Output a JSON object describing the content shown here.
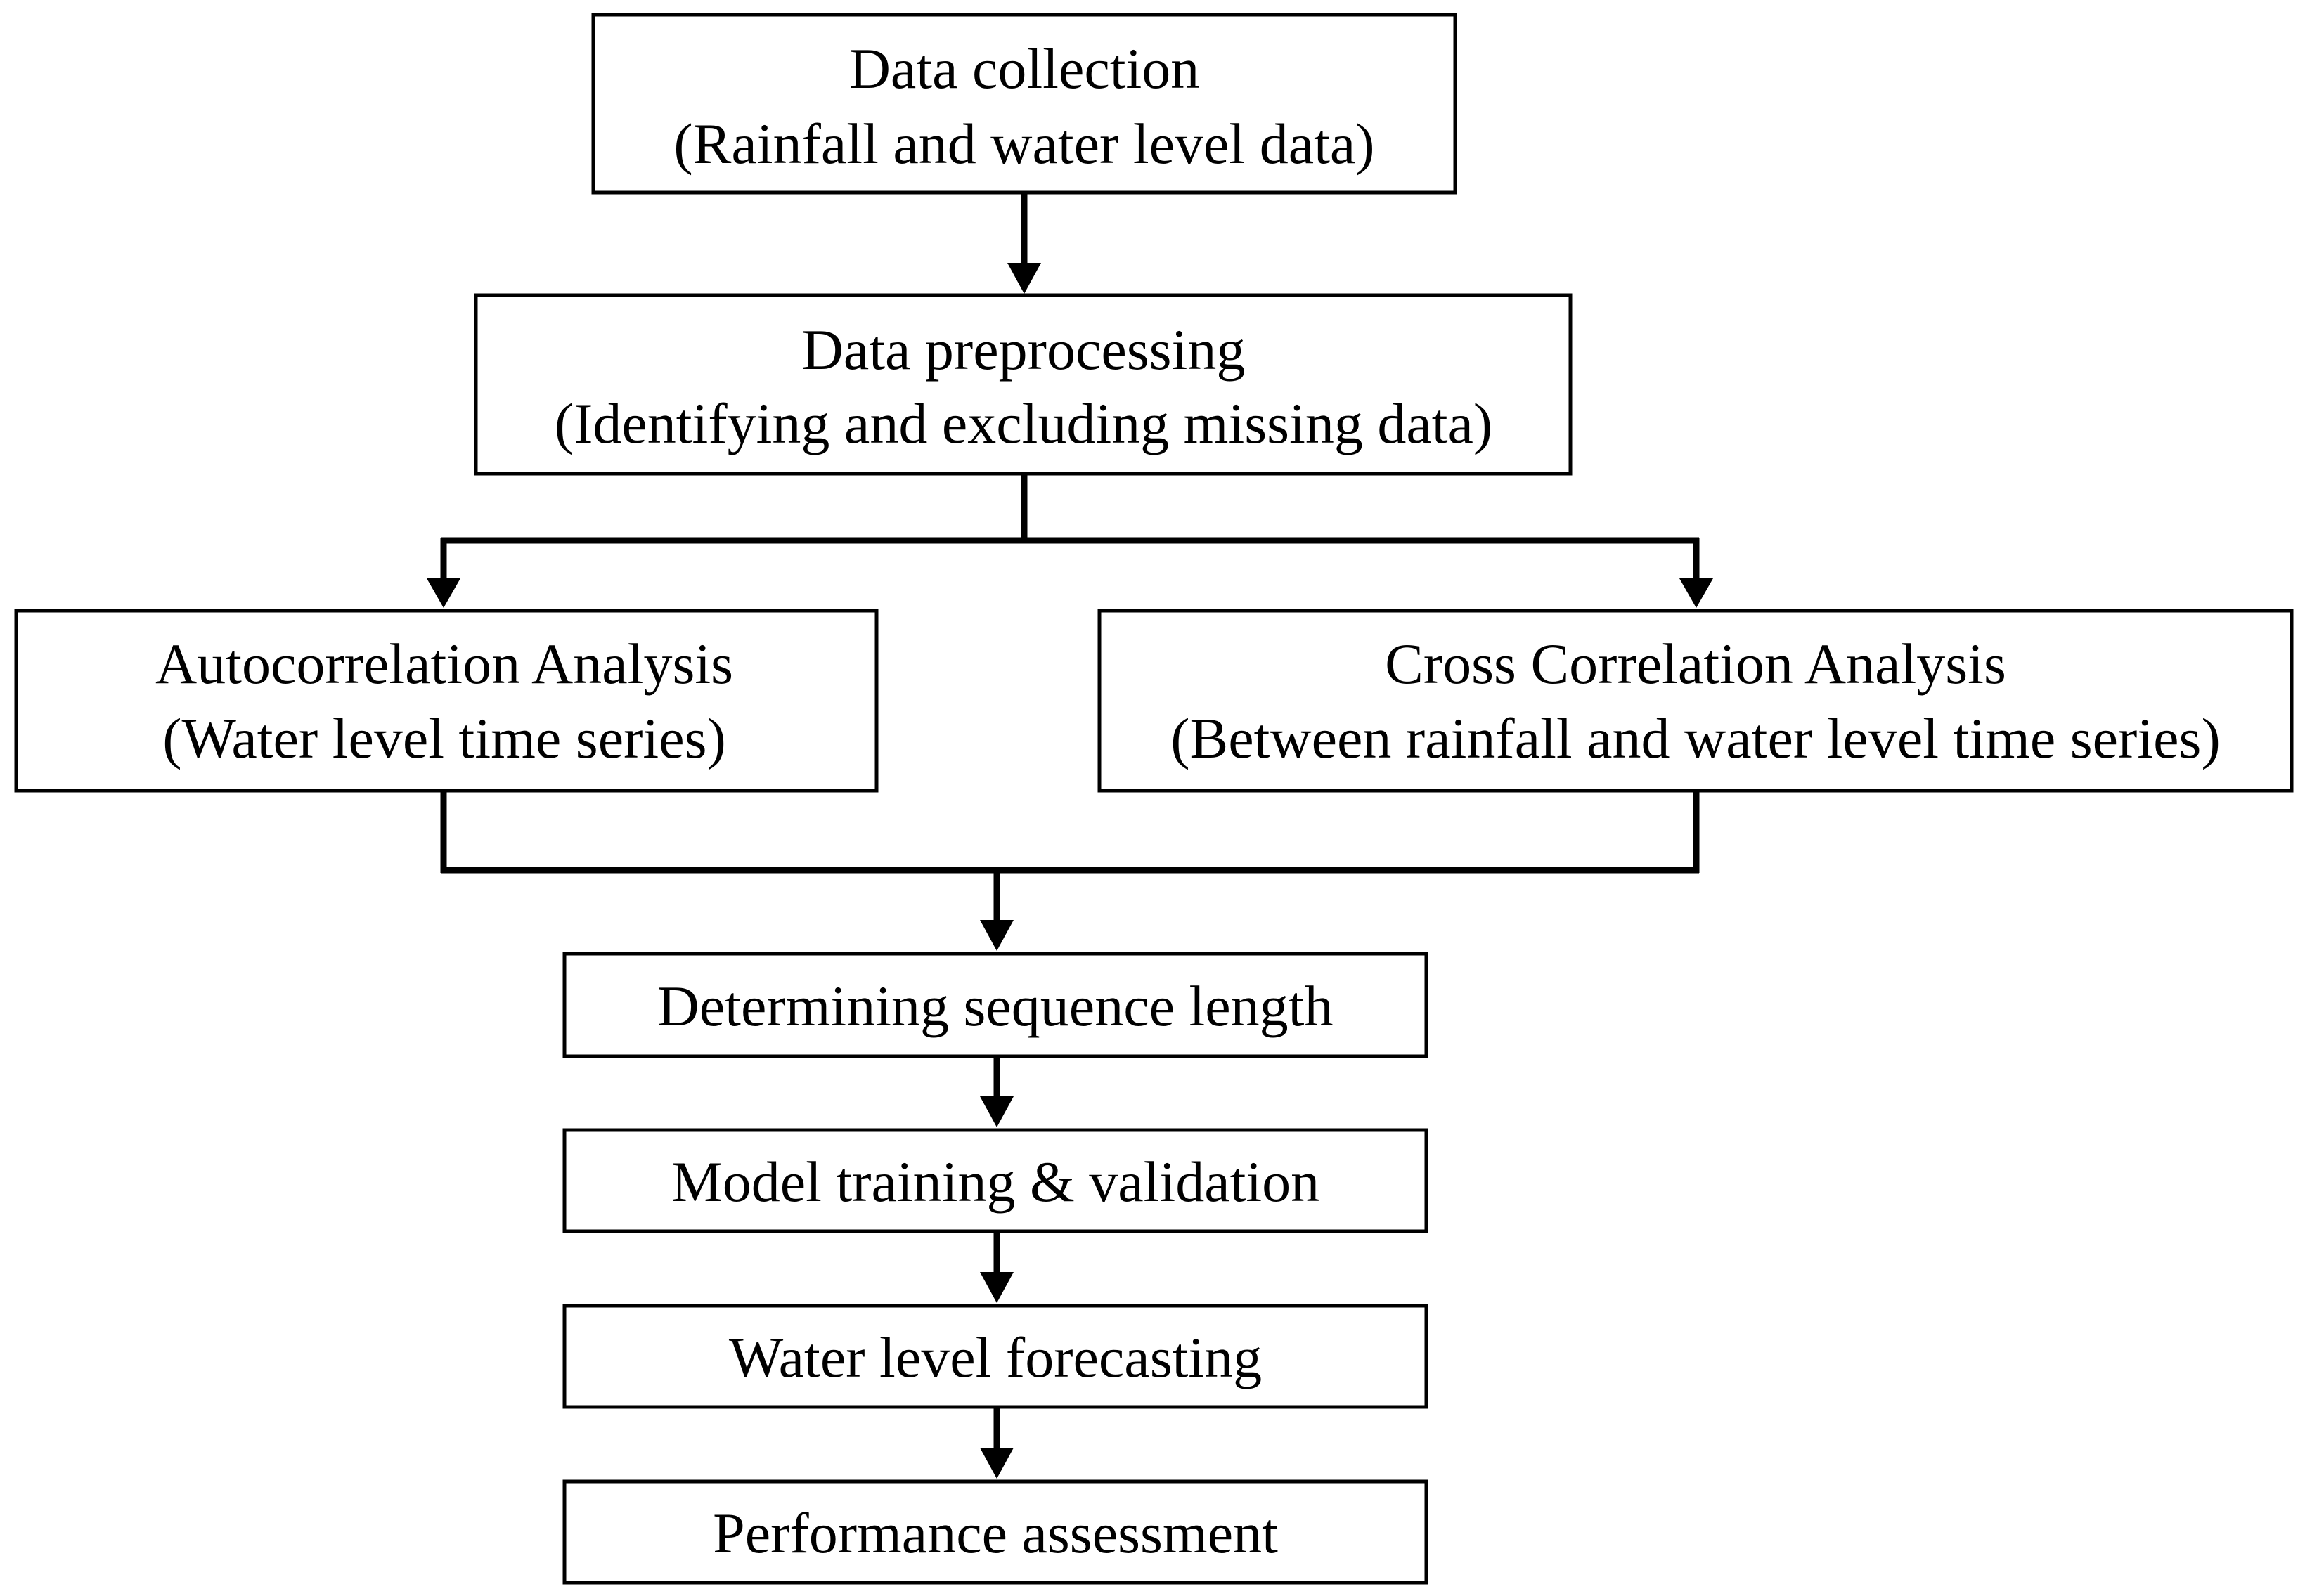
{
  "diagram": {
    "boxes": {
      "data_collection": {
        "line1": "Data collection",
        "line2": "(Rainfall and water level data)"
      },
      "data_preprocessing": {
        "line1": "Data preprocessing",
        "line2": "(Identifying and excluding missing data)"
      },
      "autocorrelation": {
        "line1": "Autocorrelation Analysis",
        "line2": "(Water level time series)"
      },
      "cross_correlation": {
        "line1": "Cross Correlation Analysis",
        "line2": "(Between rainfall and water level time series)"
      },
      "sequence_length": {
        "line1": "Determining sequence length"
      },
      "model_training": {
        "line1": "Model training & validation"
      },
      "forecasting": {
        "line1": "Water level forecasting"
      },
      "performance": {
        "line1": "Performance assessment"
      }
    },
    "colors": {
      "line": "#000000",
      "box_fill": "#ffffff",
      "text": "#000000"
    }
  }
}
